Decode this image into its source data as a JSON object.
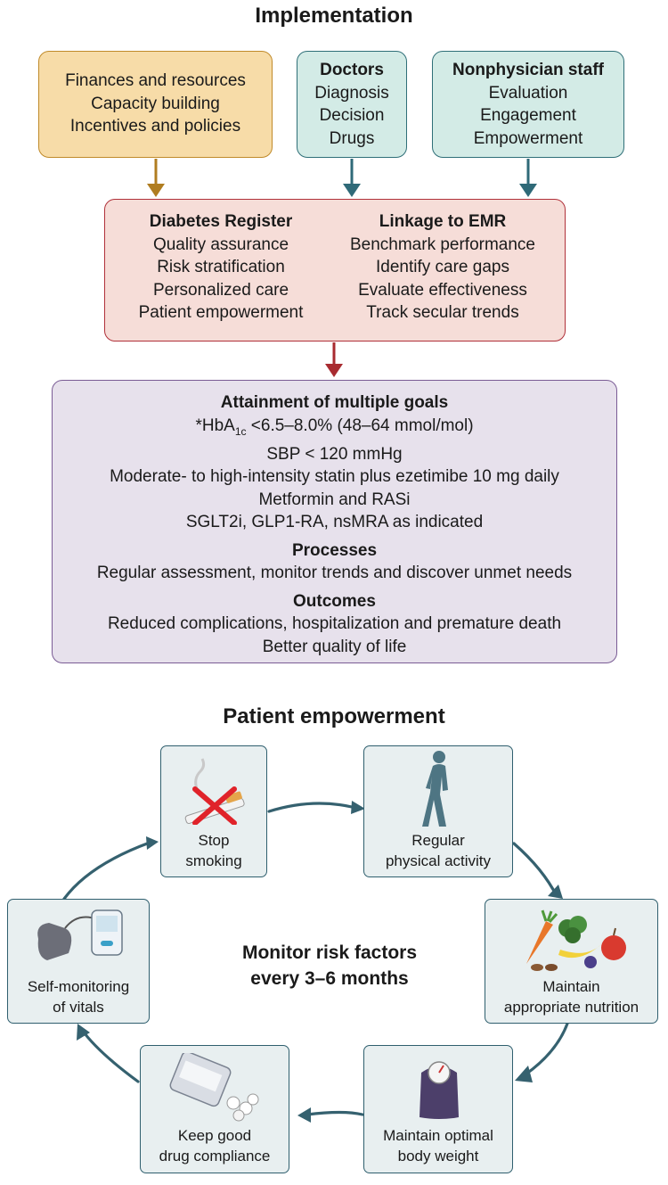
{
  "implementation": {
    "title": "Implementation",
    "resources": {
      "lines": [
        "Finances and resources",
        "Capacity building",
        "Incentives and policies"
      ]
    },
    "doctors": {
      "heading": "Doctors",
      "lines": [
        "Diagnosis",
        "Decision",
        "Drugs"
      ]
    },
    "staff": {
      "heading": "Nonphysician staff",
      "lines": [
        "Evaluation",
        "Engagement",
        "Empowerment"
      ]
    },
    "register": {
      "heading": "Diabetes Register",
      "lines": [
        "Quality assurance",
        "Risk stratification",
        "Personalized care",
        "Patient empowerment"
      ]
    },
    "emr": {
      "heading": "Linkage to EMR",
      "lines": [
        "Benchmark performance",
        "Identify care gaps",
        "Evaluate effectiveness",
        "Track secular trends"
      ]
    },
    "goals": {
      "heading": "Attainment of multiple goals",
      "hba1c_prefix": "*HbA",
      "hba1c_sub": "1c",
      "hba1c_rest": " <6.5–8.0% (48–64 mmol/mol)",
      "lines": [
        "SBP < 120 mmHg",
        "Moderate- to high-intensity statin plus ezetimibe 10 mg daily",
        "Metformin and RASi",
        "SGLT2i, GLP1-RA, nsMRA as indicated"
      ],
      "processes_heading": "Processes",
      "processes_text": "Regular assessment, monitor trends and discover unmet needs",
      "outcomes_heading": "Outcomes",
      "outcomes_lines": [
        "Reduced complications, hospitalization and premature death",
        "Better quality of life"
      ]
    }
  },
  "empowerment": {
    "title": "Patient empowerment",
    "center": [
      "Monitor risk factors",
      "every 3–6 months"
    ],
    "steps": {
      "smoking": [
        "Stop",
        "smoking"
      ],
      "activity": [
        "Regular",
        "physical activity"
      ],
      "nutrition": [
        "Maintain",
        "appropriate nutrition"
      ],
      "weight": [
        "Maintain optimal",
        "body weight"
      ],
      "compliance": [
        "Keep good",
        "drug compliance"
      ],
      "vitals": [
        "Self-monitoring",
        "of vitals"
      ]
    }
  },
  "colors": {
    "resources_fill": "#f7dca8",
    "resources_border": "#c08a2a",
    "teal_fill": "#d3ebe6",
    "teal_border": "#2f6f78",
    "register_fill": "#f6ddd8",
    "register_border": "#b0313a",
    "goals_fill": "#e7e1ec",
    "goals_border": "#7a5c95",
    "arrow_gold": "#b07d20",
    "arrow_teal": "#2f6a78",
    "arrow_red": "#a82b30",
    "cycle_arrow": "#35616f"
  }
}
